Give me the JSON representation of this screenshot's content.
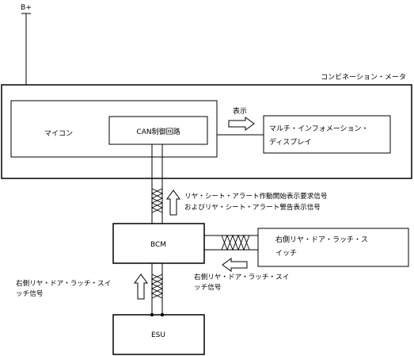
{
  "power": {
    "label": "B+"
  },
  "meter": {
    "label": "コンビネーション・メータ",
    "micon_label": "マイコン",
    "can_label": "CAN制御回路",
    "display_line1": "マルチ・インフォメーション・",
    "display_line2": "ディスプレイ",
    "display_arrow_label": "表示"
  },
  "meter_signal": {
    "line1": "リヤ・シート・アラート作動開始表示要求信号",
    "line2": "およびリヤ・シート・アラート警告表示信号"
  },
  "bcm": {
    "label": "BCM"
  },
  "switch": {
    "line1": "右側リヤ・ドア・ラッチ・ス",
    "line2": "イッチ"
  },
  "switch_signal": {
    "line1": "右側リヤ・ドア・ラッチ・スイ",
    "line2": "ッチ信号"
  },
  "esu_signal": {
    "line1": "右側リヤ・ドア・ラッチ・スイ",
    "line2": "ッチ信号"
  },
  "esu": {
    "label": "ESU"
  }
}
